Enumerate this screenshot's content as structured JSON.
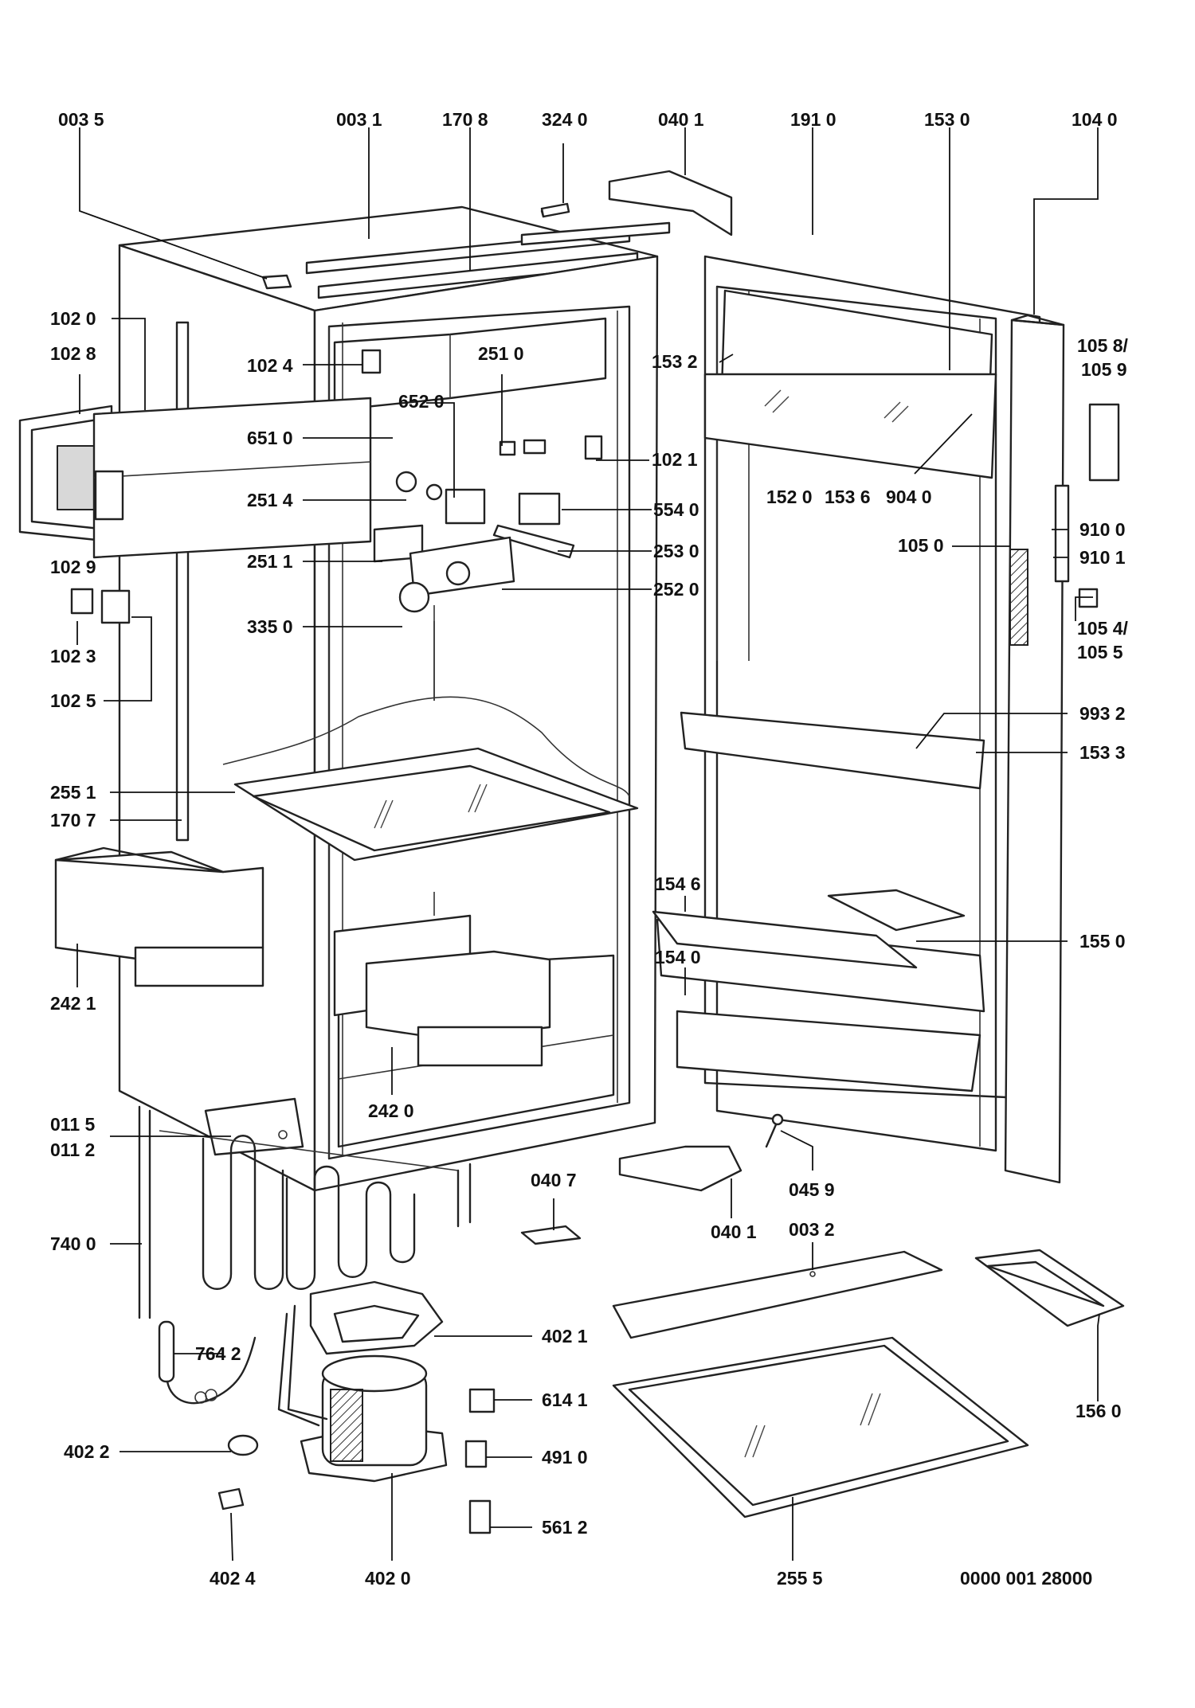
{
  "callouts": {
    "c0035": "003 5",
    "c0031": "003 1",
    "c1708": "170 8",
    "c3240": "324 0",
    "c0401a": "040 1",
    "c1910": "191 0",
    "c1530": "153 0",
    "c1040": "104 0",
    "c1020": "102 0",
    "c1028": "102 8",
    "c1024": "102 4",
    "c2510": "251 0",
    "c6520": "652 0",
    "c6510": "651 0",
    "c1021": "102 1",
    "c2514": "251 4",
    "c5540": "554 0",
    "c2511": "251 1",
    "c2530": "253 0",
    "c2520": "252 0",
    "c3350": "335 0",
    "c1029": "102 9",
    "c1023": "102 3",
    "c1025": "102 5",
    "c1532": "153 2",
    "c1520": "152 0",
    "c1536": "153 6",
    "c9040": "904 0",
    "c10589": "105 8/",
    "c10589b": "105 9",
    "c9100": "910 0",
    "c9101": "910 1",
    "c1050": "105 0",
    "c10545": "105 4/",
    "c10545b": "105 5",
    "c9932": "993 2",
    "c1533": "153 3",
    "c2551": "255 1",
    "c1707": "170 7",
    "c1546": "154 6",
    "c1550": "155 0",
    "c1540": "154 0",
    "c2421": "242 1",
    "c2420": "242 0",
    "c0115": "011 5",
    "c0112": "011 2",
    "c0407": "040 7",
    "c0459": "045 9",
    "c0401b": "040 1",
    "c0032": "003 2",
    "c7400": "740 0",
    "c7642": "764 2",
    "c4021": "402 1",
    "c6141": "614 1",
    "c4022": "402 2",
    "c4910": "491 0",
    "c5612": "561 2",
    "c1560": "156 0",
    "c4024": "402 4",
    "c4020": "402 0",
    "c2555": "255 5"
  },
  "drawing_number": "0000 001 28000"
}
